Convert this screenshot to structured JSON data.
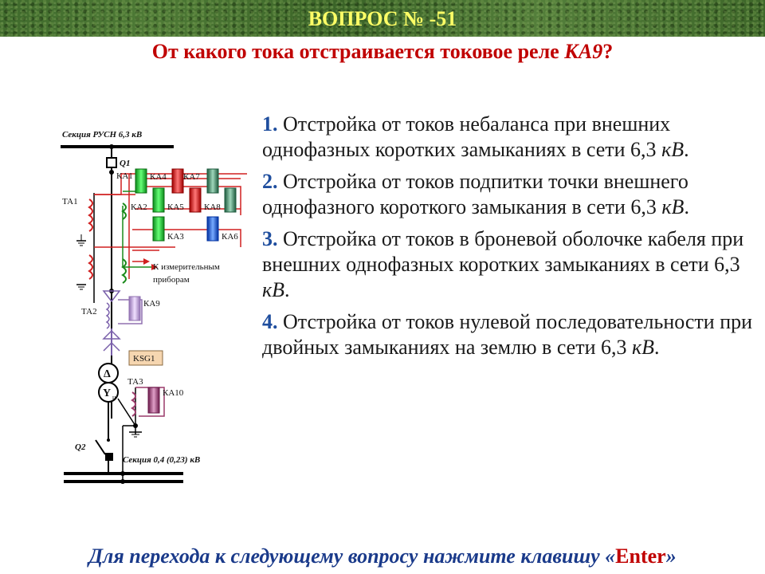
{
  "header": {
    "question_number": "ВОПРОС № -51",
    "question_text": "От какого тока отстраивается токовое реле ",
    "question_relay": "КА9",
    "question_end": "?"
  },
  "answers": [
    {
      "num": "1.",
      "text": "Отстройка от токов небаланса при внешних однофазных коротких замыканиях в сети 6,3 ",
      "unit": "кВ",
      "end": "."
    },
    {
      "num": "2.",
      "text": "Отстройка от токов подпитки точки внешнего однофазного короткого замыкания в сети 6,3 ",
      "unit": "кВ",
      "end": "."
    },
    {
      "num": "3.",
      "text": "Отстройка от токов в броневой оболочке кабеля при внешних однофазных коротких замыканиях в сети 6,3 ",
      "unit": "кВ",
      "end": "."
    },
    {
      "num": "4.",
      "text": "Отстройка от токов нулевой последовательности при двойных замыканиях на землю в сети 6,3 ",
      "unit": "кВ",
      "end": "."
    }
  ],
  "diagram": {
    "bus_top": "Секция РУСН 6,3 кВ",
    "bus_bottom": "Секция 0,4 (0,23) кВ",
    "q1": "Q1",
    "q2": "Q2",
    "ta1": "ТА1",
    "ta2": "ТА2",
    "ta3": "ТА3",
    "ka1": "КА1",
    "ka2": "КА2",
    "ka3": "КА3",
    "ka4": "КА4",
    "ka5": "КА5",
    "ka6": "КА6",
    "ka7": "КА7",
    "ka8": "КА8",
    "ka9": "КА9",
    "ka10": "КА10",
    "ksg1": "KSG1",
    "instruments_line1": "К измерительным",
    "instruments_line2": "приборам",
    "delta": "Δ",
    "wye": "Y",
    "wye_sub": "н"
  },
  "footer": {
    "text": "Для перехода к следующему вопросу нажмите клавишу «",
    "key": "Enter",
    "end": "»"
  },
  "colors": {
    "header_bg": "#4a7532",
    "question_number": "#ffff66",
    "question_text": "#c00000",
    "answer_number": "#1f4e9e",
    "footer_text": "#1a3a8a",
    "relay_green": "#22cc33",
    "relay_red": "#ee2222",
    "relay_blue": "#2266ee",
    "relay_teal": "#3a8a6a",
    "relay_purple": "#c8a0e0",
    "relay_ka10": "#9a3a6a"
  }
}
